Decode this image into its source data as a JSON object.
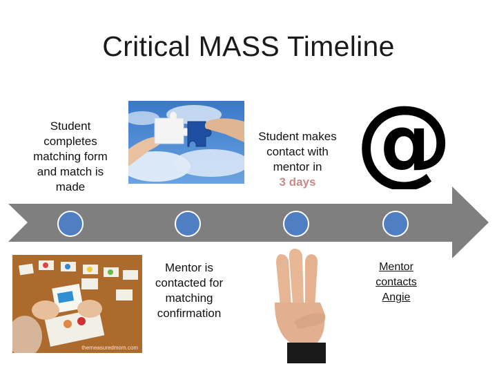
{
  "slide": {
    "title": "Critical MASS Timeline"
  },
  "steps": [
    {
      "text": "Student completes matching form and match is made"
    },
    {
      "text": "Mentor is contacted for matching confirmation"
    },
    {
      "text_prefix": "Student makes contact with mentor in",
      "highlight": "3 days"
    },
    {
      "text": "Mentor contacts Angie"
    }
  ],
  "images": {
    "puzzle": "puzzle-hands-sky-photo",
    "kids_cards": "child-matching-cards-photo",
    "three_fingers": "hand-three-fingers-photo",
    "at_symbol": "at-sign-icon",
    "kids_cards_watermark": "themeasuredmom.com"
  },
  "colors": {
    "arrow": "#7f7f7f",
    "dot": "#4f7fc2",
    "highlight": "#c98a8a"
  }
}
